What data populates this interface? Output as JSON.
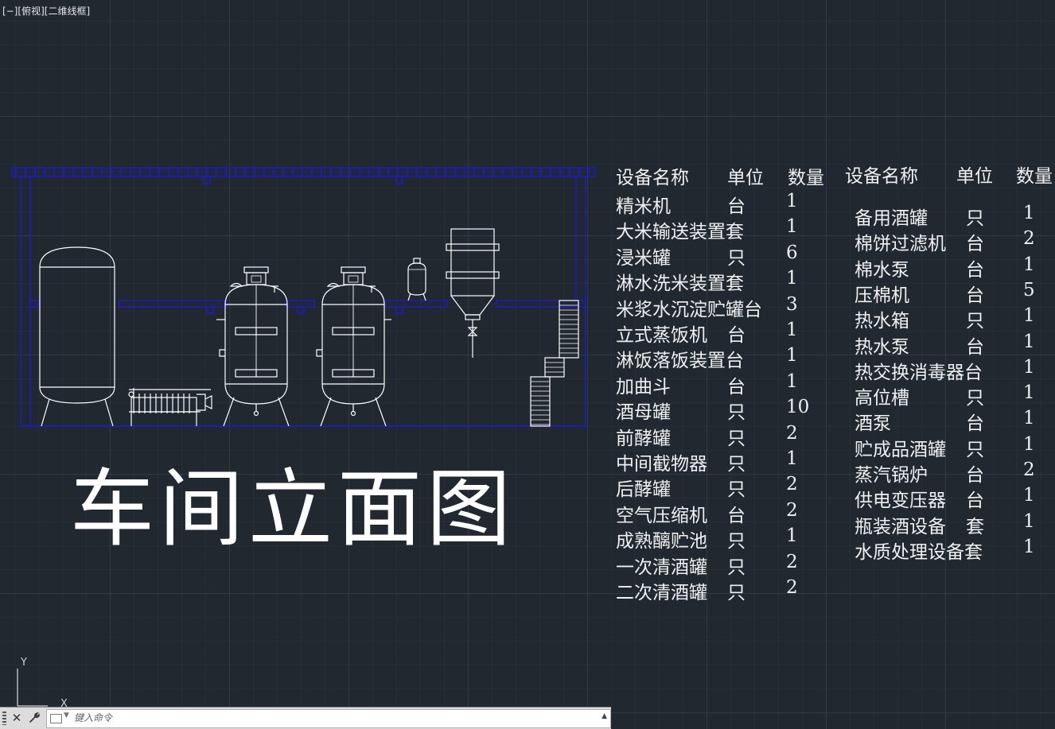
{
  "viewport": {
    "label": "[−][俯视][二维线框]"
  },
  "drawing": {
    "title": "车间立面图"
  },
  "ucs": {
    "y_label": "Y",
    "x_label": "X"
  },
  "table_left": {
    "headers": [
      "设备名称",
      "单位",
      "数量"
    ],
    "rows": [
      {
        "name": "精米机",
        "unit": "台",
        "qty": "1"
      },
      {
        "name": "大米输送装置套",
        "unit": "",
        "qty": "1"
      },
      {
        "name": "浸米罐",
        "unit": "只",
        "qty": "6"
      },
      {
        "name": "淋水洗米装置套",
        "unit": "",
        "qty": "1"
      },
      {
        "name": "米浆水沉淀贮罐台",
        "unit": "",
        "qty": "3"
      },
      {
        "name": "立式蒸饭机",
        "unit": "台",
        "qty": "1"
      },
      {
        "name": "淋饭落饭装置台",
        "unit": "",
        "qty": "1"
      },
      {
        "name": "加曲斗",
        "unit": "台",
        "qty": "1"
      },
      {
        "name": "酒母罐",
        "unit": "只",
        "qty": "10"
      },
      {
        "name": "前酵罐",
        "unit": "只",
        "qty": "2"
      },
      {
        "name": "中间截物器",
        "unit": "只",
        "qty": "1"
      },
      {
        "name": "后酵罐",
        "unit": "只",
        "qty": "2"
      },
      {
        "name": "空气压缩机",
        "unit": "台",
        "qty": "2"
      },
      {
        "name": "成熟醨贮池",
        "unit": "只",
        "qty": "1"
      },
      {
        "name": "一次清酒罐",
        "unit": "只",
        "qty": "2"
      },
      {
        "name": "二次清酒罐",
        "unit": "只",
        "qty": "2"
      }
    ]
  },
  "table_right": {
    "headers": [
      "设备名称",
      "单位",
      "数量"
    ],
    "rows": [
      {
        "name": "备用酒罐",
        "unit": "只",
        "qty": "1"
      },
      {
        "name": "棉饼过滤机",
        "unit": "台",
        "qty": "2"
      },
      {
        "name": "棉水泵",
        "unit": "台",
        "qty": "1"
      },
      {
        "name": "压棉机",
        "unit": "台",
        "qty": "5"
      },
      {
        "name": "热水箱",
        "unit": "只",
        "qty": "1"
      },
      {
        "name": "热水泵",
        "unit": "台",
        "qty": "1"
      },
      {
        "name": "热交换消毒器台",
        "unit": "",
        "qty": "1"
      },
      {
        "name": "高位槽",
        "unit": "只",
        "qty": "1"
      },
      {
        "name": "酒泵",
        "unit": "台",
        "qty": "1"
      },
      {
        "name": "贮成品酒罐",
        "unit": "只",
        "qty": "1"
      },
      {
        "name": "蒸汽锅炉",
        "unit": "台",
        "qty": "2"
      },
      {
        "name": "供电变压器",
        "unit": "台",
        "qty": "1"
      },
      {
        "name": "瓶装酒设备",
        "unit": "套",
        "qty": "1"
      },
      {
        "name": "水质处理设备套",
        "unit": "",
        "qty": "1"
      }
    ]
  },
  "command_line": {
    "placeholder": "键入命令",
    "close_icon": "✕",
    "customize_icon": "wrench-icon"
  },
  "colors": {
    "background": "#212830",
    "structure_lines": "#1a1ad8",
    "equipment_lines": "#ffffff"
  }
}
